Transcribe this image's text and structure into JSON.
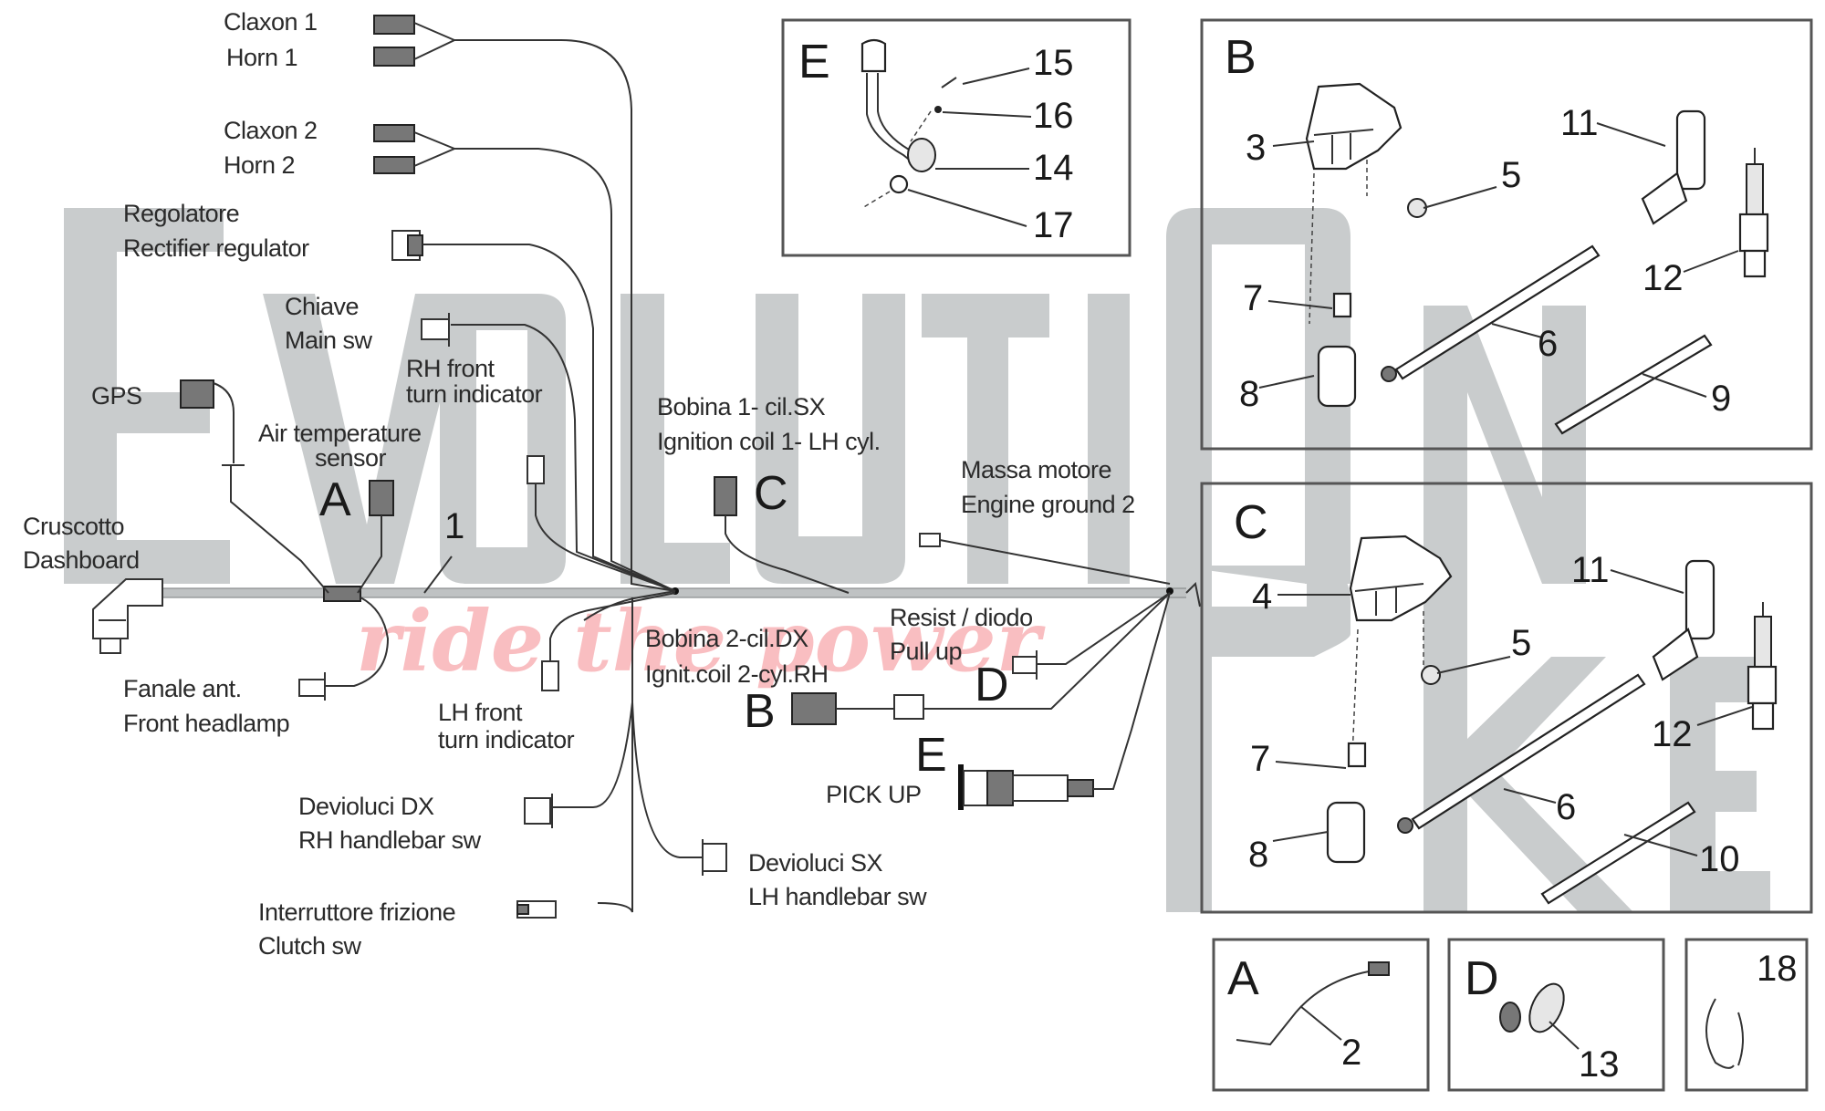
{
  "watermark": {
    "letters_top": [
      "E",
      "V",
      "O",
      "L",
      "U",
      "T",
      "I",
      "O",
      "N"
    ],
    "letters_bottom": [
      "B",
      "I",
      "K",
      "E"
    ],
    "slogan": "ride the power",
    "colors": {
      "letters": "#c9cccd",
      "slogan": "#f7a9ad"
    }
  },
  "harness_labels": {
    "claxon1": "Claxon 1",
    "horn1": "Horn 1",
    "claxon2": "Claxon 2",
    "horn2": "Horn 2",
    "regolatore": "Regolatore",
    "rectifier": "Rectifier regulator",
    "chiave": "Chiave",
    "main_sw": "Main sw",
    "rh_front": "RH front",
    "rh_turn": "turn indicator",
    "gps": "GPS",
    "air_temp": "Air temperature",
    "sensor": "sensor",
    "cruscotto": "Cruscotto",
    "dashboard": "Dashboard",
    "fanale": "Fanale ant.",
    "headlamp": "Front headlamp",
    "lh_front": "LH front",
    "lh_turn": "turn indicator",
    "devioluci_dx": "Devioluci DX",
    "rh_handlebar": "RH handlebar sw",
    "interruttore": "Interruttore frizione",
    "clutch": "Clutch sw",
    "devioluci_sx": "Devioluci SX",
    "lh_handlebar": "LH handlebar sw",
    "bobina1": "Bobina 1- cil.SX",
    "ignition1": "Ignition coil 1- LH cyl.",
    "massa": "Massa motore",
    "ground": "Engine ground 2",
    "resist": "Resist / diodo",
    "pullup": "Pull up",
    "bobina2": "Bobina 2-cil.DX",
    "ignition2": "Ignit.coil 2-cyl.RH",
    "pickup": "PICK UP",
    "item1": "1"
  },
  "callout_letters": {
    "a": "A",
    "b": "B",
    "c": "C",
    "d": "D",
    "e": "E"
  },
  "insets": {
    "e": {
      "letter": "E",
      "parts": [
        "15",
        "16",
        "14",
        "17"
      ]
    },
    "b": {
      "letter": "B",
      "parts": [
        "3",
        "5",
        "11",
        "12",
        "7",
        "6",
        "8",
        "9"
      ]
    },
    "c": {
      "letter": "C",
      "parts": [
        "4",
        "5",
        "11",
        "12",
        "7",
        "6",
        "8",
        "10"
      ]
    },
    "a": {
      "letter": "A",
      "parts": [
        "2"
      ]
    },
    "d": {
      "letter": "D",
      "parts": [
        "13"
      ]
    },
    "clip": {
      "parts": [
        "18"
      ]
    }
  }
}
